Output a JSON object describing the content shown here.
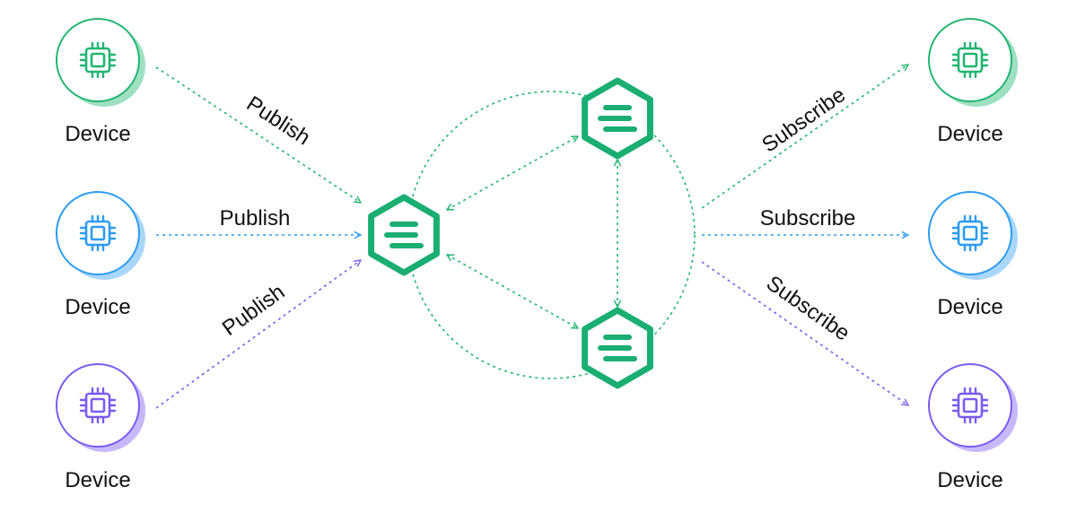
{
  "colors": {
    "green": "#22b573",
    "green_shadow": "#9ee0c2",
    "blue": "#2d9cf0",
    "blue_shadow": "#a9d7fb",
    "purple": "#7a5cf0",
    "purple_shadow": "#c7b8fb",
    "broker": "#1aae73",
    "text": "#111111"
  },
  "publishers": [
    {
      "label": "Device",
      "color": "green",
      "icon": "chip-icon"
    },
    {
      "label": "Device",
      "color": "blue",
      "icon": "chip-icon"
    },
    {
      "label": "Device",
      "color": "purple",
      "icon": "chip-icon"
    }
  ],
  "subscribers": [
    {
      "label": "Device",
      "color": "green",
      "icon": "chip-icon"
    },
    {
      "label": "Device",
      "color": "blue",
      "icon": "chip-icon"
    },
    {
      "label": "Device",
      "color": "purple",
      "icon": "chip-icon"
    }
  ],
  "publish_labels": [
    "Publish",
    "Publish",
    "Publish"
  ],
  "subscribe_labels": [
    "Subscribe",
    "Subscribe",
    "Subscribe"
  ],
  "brokers": [
    {
      "icon": "broker-icon"
    },
    {
      "icon": "broker-icon"
    },
    {
      "icon": "broker-icon"
    }
  ]
}
